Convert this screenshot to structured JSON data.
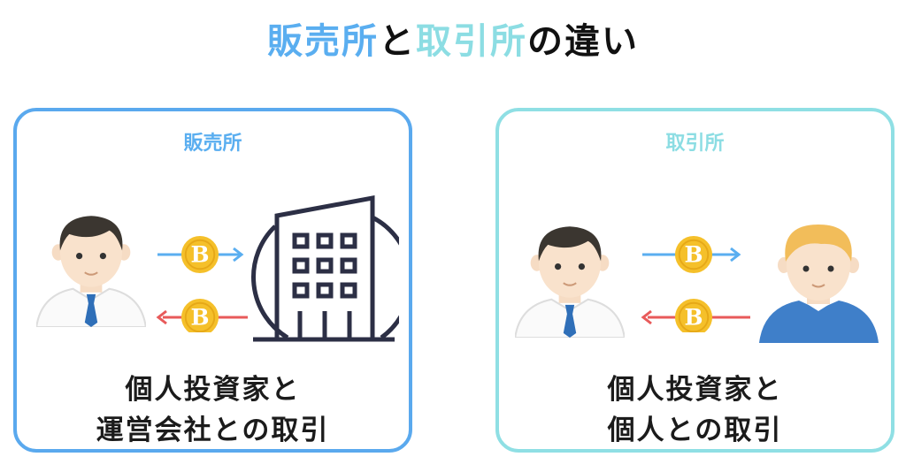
{
  "title": {
    "part1": "販売所",
    "part2": "と",
    "part3": "取引所",
    "part4": "の違い"
  },
  "colors": {
    "blue": "#5aaef0",
    "teal": "#8cdde3",
    "coin": "#f5c02a",
    "arrow_red": "#e85a5a",
    "navy": "#2c2f45"
  },
  "left_panel": {
    "title": "販売所",
    "caption_line1": "個人投資家と",
    "caption_line2": "運営会社との取引"
  },
  "right_panel": {
    "title": "取引所",
    "caption_line1": "個人投資家と",
    "caption_line2": "個人との取引"
  }
}
